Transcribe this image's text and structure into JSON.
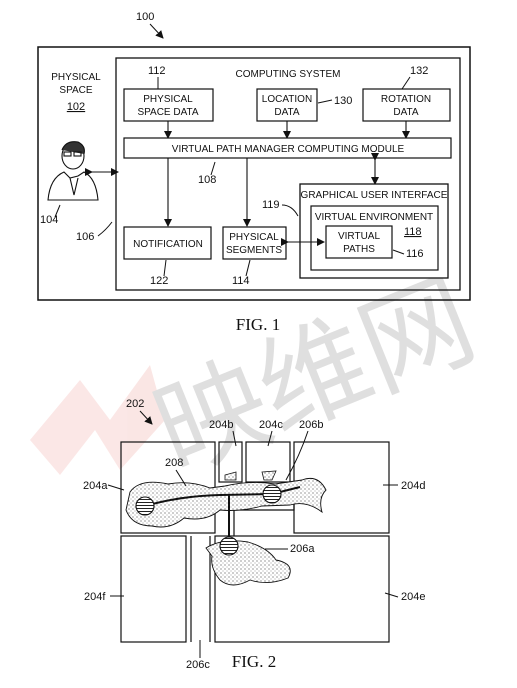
{
  "fig1": {
    "caption": "FIG. 1",
    "ref_main": "100",
    "physical_space": {
      "line1": "PHYSICAL",
      "line2": "SPACE",
      "ref": "102"
    },
    "person_ref": "104",
    "system_box_ref": "106",
    "computing_system_title": "COMPUTING SYSTEM",
    "physical_space_data": {
      "ref": "112",
      "line1": "PHYSICAL",
      "line2": "SPACE DATA"
    },
    "location_data": {
      "ref": "130",
      "line1": "LOCATION",
      "line2": "DATA"
    },
    "rotation_data": {
      "ref": "132",
      "line1": "ROTATION",
      "line2": "DATA"
    },
    "module": {
      "label": "VIRTUAL PATH MANAGER COMPUTING MODULE",
      "ref": "108"
    },
    "gui": {
      "label": "GRAPHICAL USER INTERFACE",
      "ref": "119"
    },
    "virtual_env": {
      "label": "VIRTUAL ENVIRONMENT",
      "ref": "118"
    },
    "virtual_paths": {
      "line1": "VIRTUAL",
      "line2": "PATHS",
      "ref": "116"
    },
    "notification": {
      "label": "NOTIFICATION",
      "ref": "122"
    },
    "physical_segments": {
      "line1": "PHYSICAL",
      "line2": "SEGMENTS",
      "ref": "114"
    }
  },
  "fig2": {
    "caption": "FIG. 2",
    "ref_main": "202",
    "labels": {
      "r204a": "204a",
      "r204b": "204b",
      "r204c": "204c",
      "r204d": "204d",
      "r204e": "204e",
      "r204f": "204f",
      "r206a": "206a",
      "r206b": "206b",
      "r206c": "206c",
      "r208": "208"
    }
  },
  "watermark": "映维网"
}
